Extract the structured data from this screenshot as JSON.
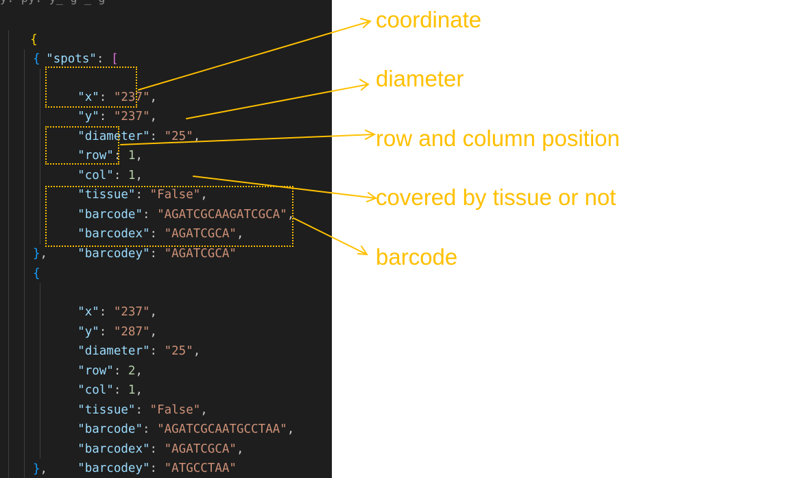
{
  "editor": {
    "top_cut_text": "y. py. y_ g _ g",
    "open_brace": "{",
    "spots_key": "\"spots\"",
    "spots_open": "[",
    "spots": [
      {
        "x": "\"237\"",
        "y": "\"237\"",
        "diameter": "\"25\"",
        "row": "1",
        "col": "1",
        "tissue": "\"False\"",
        "barcode": "\"AGATCGCAAGATCGCA\"",
        "barcodex": "\"AGATCGCA\"",
        "barcodey": "\"AGATCGCA\""
      },
      {
        "x": "\"237\"",
        "y": "\"287\"",
        "diameter": "\"25\"",
        "row": "2",
        "col": "1",
        "tissue": "\"False\"",
        "barcode": "\"AGATCGCAATGCCTAA\"",
        "barcodex": "\"AGATCGCA\"",
        "barcodey": "\"ATGCCTAA\""
      }
    ],
    "keys": {
      "x": "\"x\"",
      "y": "\"y\"",
      "diameter": "\"diameter\"",
      "row": "\"row\"",
      "col": "\"col\"",
      "tissue": "\"tissue\"",
      "barcode": "\"barcode\"",
      "barcodex": "\"barcodex\"",
      "barcodey": "\"barcodey\""
    }
  },
  "annotations": {
    "coordinate": "coordinate",
    "diameter": "diameter",
    "row_col": "row and column position",
    "tissue": "covered by tissue or not",
    "barcode": "barcode"
  },
  "colors": {
    "annotation": "#ffc000",
    "editor_bg": "#1e1e1e",
    "key": "#9cdcfe",
    "string": "#ce9178",
    "number": "#b5cea8"
  }
}
